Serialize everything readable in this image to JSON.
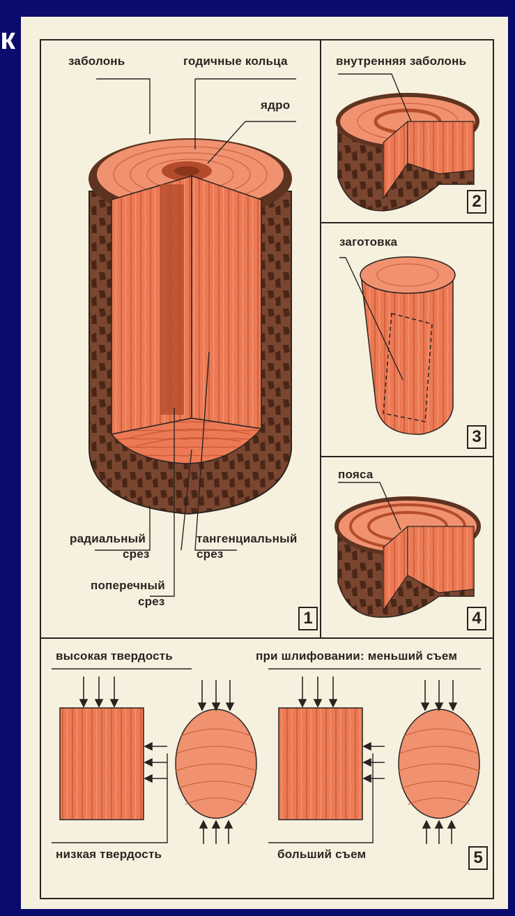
{
  "corner_letter": "к",
  "panel1": {
    "number": "1",
    "labels": {
      "sapwood": "заболонь",
      "growth_rings": "годичные кольца",
      "core": "ядро",
      "radial_cut_line1": "радиальный",
      "radial_cut_line2": "срез",
      "tangential_cut_line1": "тангенциальный",
      "tangential_cut_line2": "срез",
      "cross_cut_line1": "поперечный",
      "cross_cut_line2": "срез"
    }
  },
  "panel2": {
    "number": "2",
    "label": "внутренняя заболонь"
  },
  "panel3": {
    "number": "3",
    "label": "заготовка"
  },
  "panel4": {
    "number": "4",
    "label": "пояса"
  },
  "panel5": {
    "number": "5",
    "high_hardness": "высокая твердость",
    "grinding_less_removal": "при шлифовании: меньший съем",
    "low_hardness": "низкая твердость",
    "more_removal": "больший съем"
  },
  "colors": {
    "wood": "#e97452",
    "wood_light": "#f39b74",
    "bark": "#6a3a26",
    "line": "#2a2320",
    "paper": "#f6f1df",
    "frame": "#0b0b6e"
  }
}
